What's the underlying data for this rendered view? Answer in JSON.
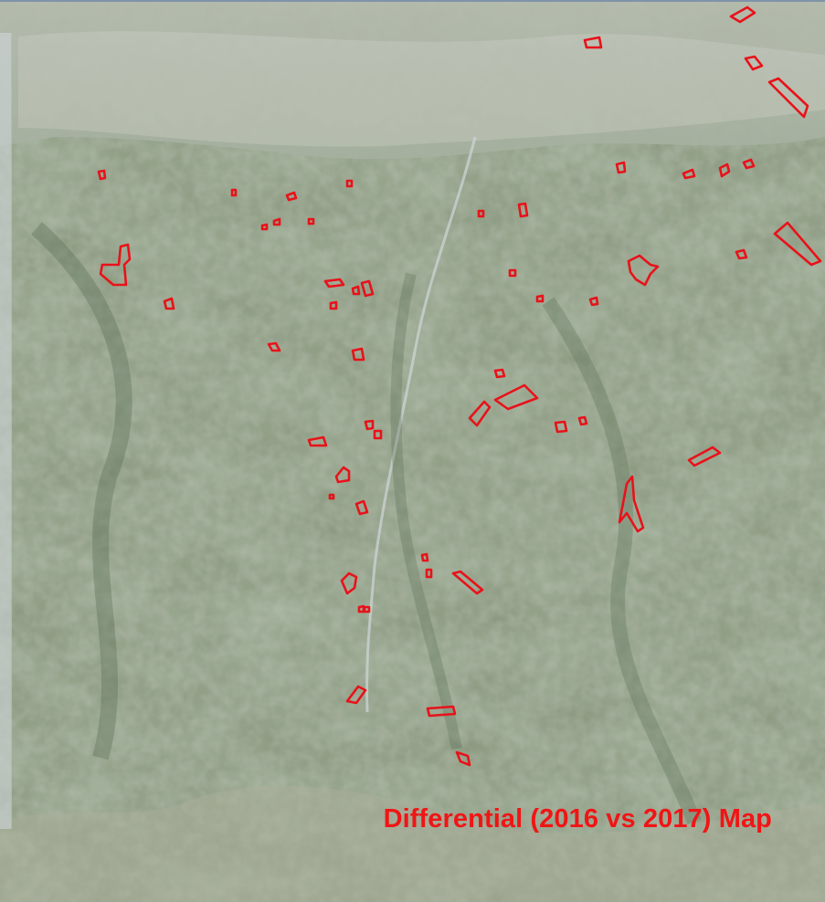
{
  "map": {
    "title": "Differential (2016 vs 2017) Map",
    "colors": {
      "polygon_outline": "#e8121a",
      "title_text": "#f01515",
      "vegetation_dark": "#4f6a46",
      "vegetation_light": "#8f9b80",
      "urban": "#b9bcb2",
      "river": "#c9d2d6"
    },
    "layers": [
      "aerial-orthophoto",
      "change-polygons"
    ]
  }
}
